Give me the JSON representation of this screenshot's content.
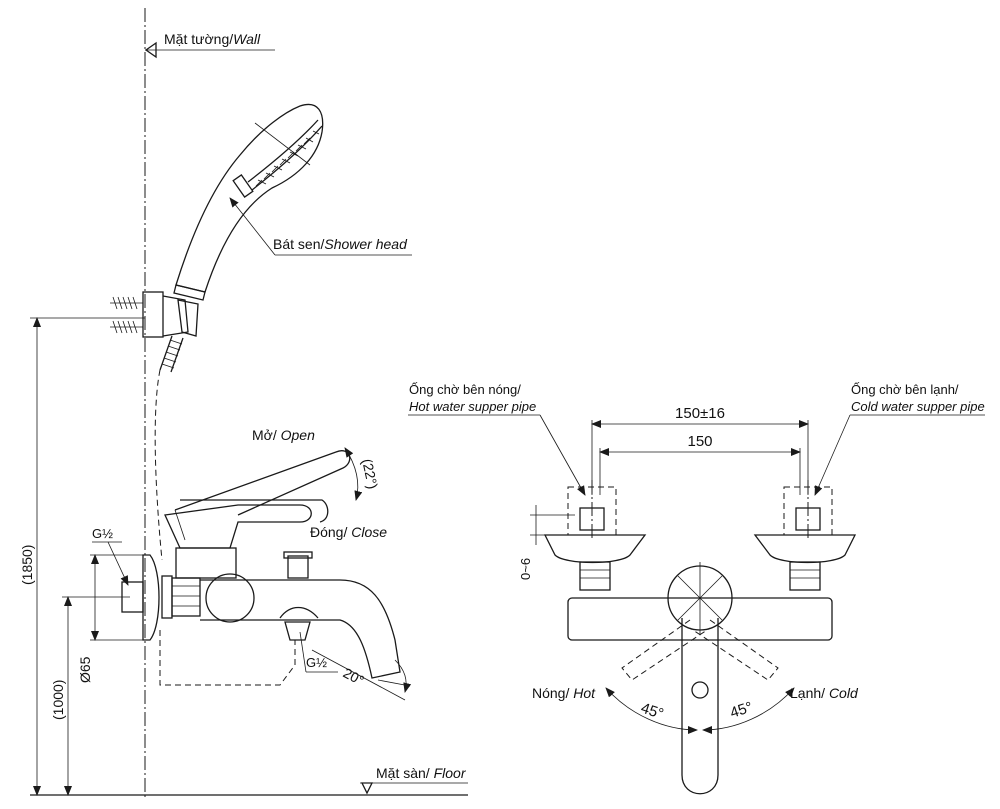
{
  "labels": {
    "wall_vi": "Mặt tường/",
    "wall_en": "Wall",
    "shower_vi": "Bát sen/",
    "shower_en": "Shower head",
    "open_vi": "Mở/",
    "open_en": "Open",
    "close_vi": "Đóng/",
    "close_en": "Close",
    "angle_22": "(22°)",
    "g_top": "G½",
    "g_bottom": "G½",
    "angle_20": "20°",
    "dim_1850": "(1850)",
    "dim_1000": "(1000)",
    "dim_65": "Ø65",
    "floor_vi": "Mặt sàn/",
    "floor_en": "Floor",
    "hot_pipe_vi": "Ống chờ bên nóng/",
    "hot_pipe_en": "Hot water supper pipe",
    "cold_pipe_vi": "Ống chờ bên lạnh/",
    "cold_pipe_en": "Cold water supper pipe",
    "dim_150_16": "150±16",
    "dim_150": "150",
    "dim_0_6": "0~6",
    "hot_vi": "Nóng/",
    "hot_en": "Hot",
    "cold_vi": "Lạnh/",
    "cold_en": "Cold",
    "angle_45_left": "45°",
    "angle_45_right": "45°"
  }
}
